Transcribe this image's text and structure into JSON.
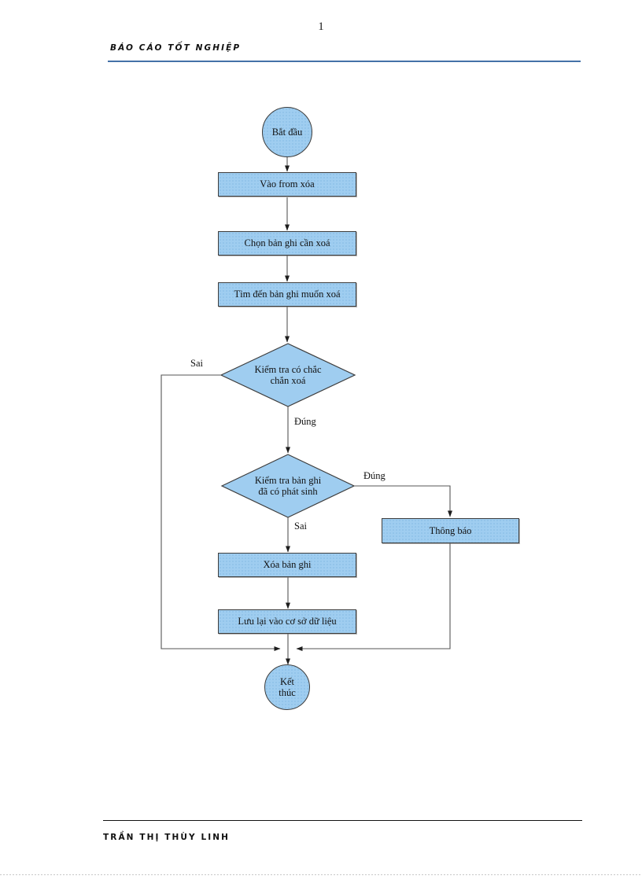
{
  "document": {
    "page_number": "1",
    "header_title": "BÁO CÁO TỐT NGHIỆP",
    "footer_title": "TRẦN THỊ THÙY LINH",
    "header_rule_color": "#4472a8",
    "footer_rule_color": "#111111"
  },
  "chart_data": {
    "type": "diagram",
    "diagram_kind": "flowchart",
    "title": "",
    "node_fill_color": "#9fcdf0",
    "node_border_color": "#3d3d3d",
    "connector_color": "#555555",
    "nodes": [
      {
        "id": "start",
        "shape": "circle",
        "label": "Bắt đầu"
      },
      {
        "id": "form",
        "shape": "rect",
        "label": "Vào from xóa"
      },
      {
        "id": "choose",
        "shape": "rect",
        "label": "Chọn bản ghi cần xoá"
      },
      {
        "id": "find",
        "shape": "rect",
        "label": "Tìm đến bản ghi muốn xoá"
      },
      {
        "id": "confirm",
        "shape": "diamond",
        "label": "Kiểm tra có chắc chắn xoá"
      },
      {
        "id": "checkref",
        "shape": "diamond",
        "label": "Kiểm tra bản ghi đã có phát sinh"
      },
      {
        "id": "notify",
        "shape": "rect",
        "label": "Thông báo"
      },
      {
        "id": "delete",
        "shape": "rect",
        "label": "Xóa bản ghi"
      },
      {
        "id": "save",
        "shape": "rect",
        "label": "Lưu lại vào cơ sở dữ liệu"
      },
      {
        "id": "end",
        "shape": "circle",
        "label": "Kết thúc"
      }
    ],
    "edges": [
      {
        "from": "start",
        "to": "form",
        "label": ""
      },
      {
        "from": "form",
        "to": "choose",
        "label": ""
      },
      {
        "from": "choose",
        "to": "find",
        "label": ""
      },
      {
        "from": "find",
        "to": "confirm",
        "label": ""
      },
      {
        "from": "confirm",
        "to": "end",
        "label": "Sai"
      },
      {
        "from": "confirm",
        "to": "checkref",
        "label": "Đúng"
      },
      {
        "from": "checkref",
        "to": "notify",
        "label": "Đúng"
      },
      {
        "from": "checkref",
        "to": "delete",
        "label": "Sai"
      },
      {
        "from": "delete",
        "to": "save",
        "label": ""
      },
      {
        "from": "save",
        "to": "end",
        "label": ""
      },
      {
        "from": "notify",
        "to": "end",
        "label": ""
      }
    ],
    "edge_labels": {
      "confirm_false": "Sai",
      "confirm_true": "Đúng",
      "checkref_true": "Đúng",
      "checkref_false": "Sai"
    },
    "node_labels": {
      "start": "Bắt đầu",
      "form": "Vào from xóa",
      "choose": "Chọn bản ghi cần xoá",
      "find": "Tìm đến bản ghi muốn xoá",
      "confirm_line1": "Kiểm tra có chắc",
      "confirm_line2": "chắn xoá",
      "checkref_line1": "Kiểm tra bản ghi",
      "checkref_line2": "đã có phát sinh",
      "notify": "Thông báo",
      "delete": "Xóa bản ghi",
      "save": "Lưu lại vào cơ sở dữ liệu",
      "end_line1": "Kết",
      "end_line2": "thúc"
    }
  }
}
